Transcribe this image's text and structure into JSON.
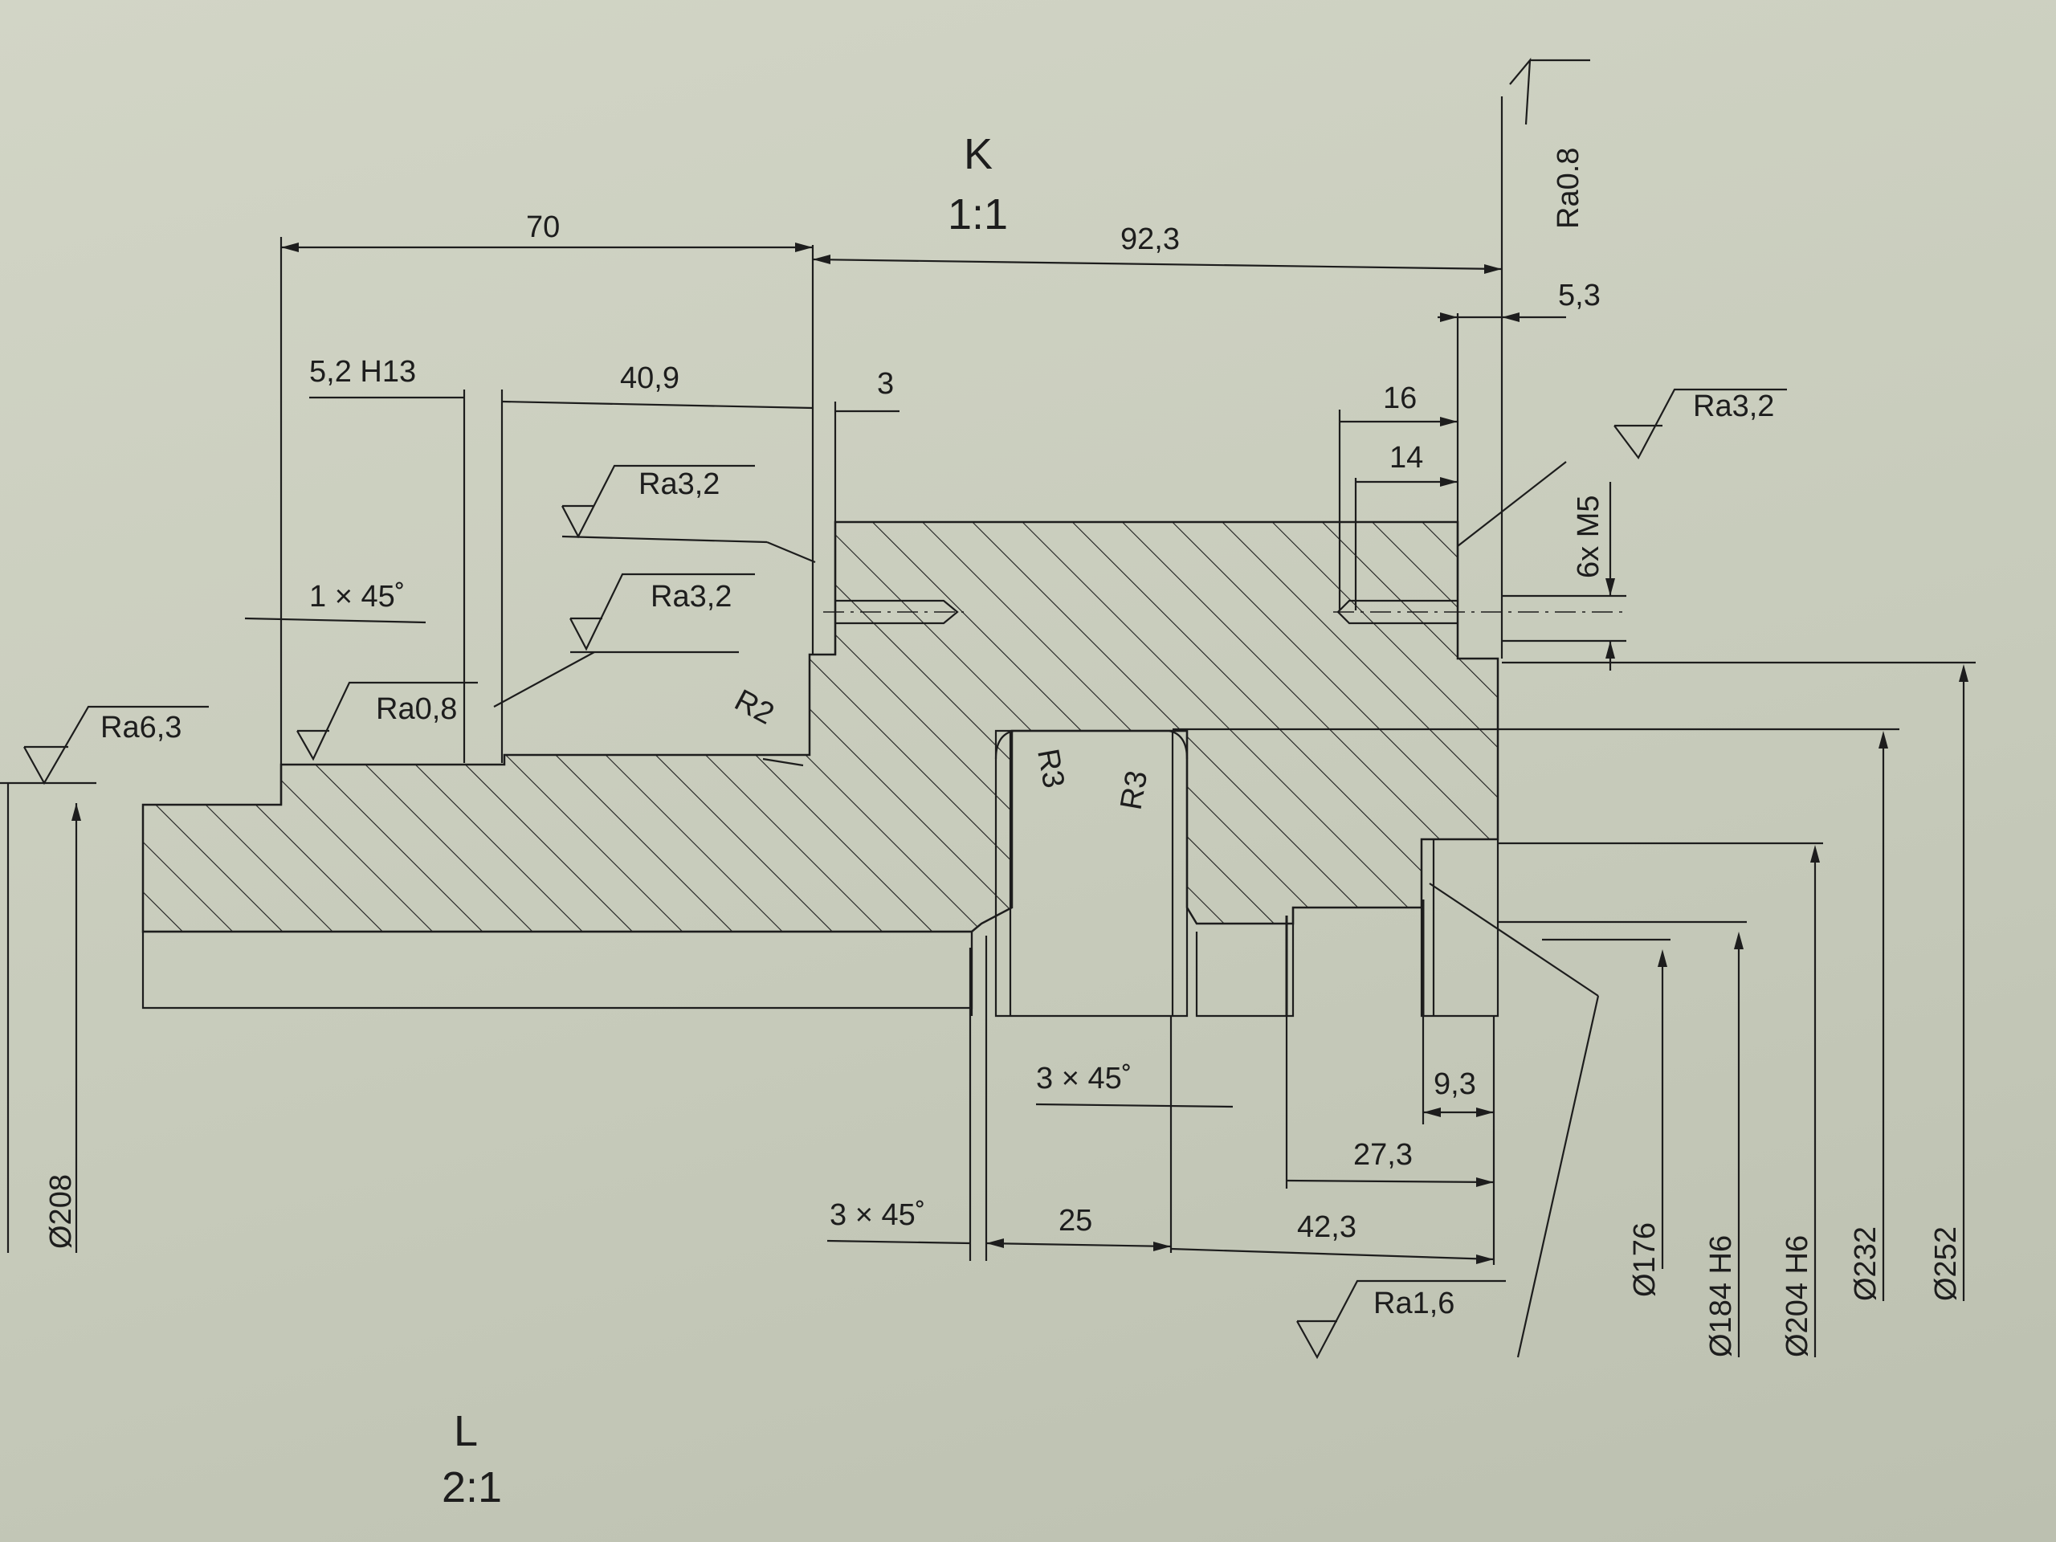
{
  "views": {
    "K": {
      "label": "K",
      "scale": "1:1"
    },
    "L": {
      "label": "L",
      "scale": "2:1"
    }
  },
  "dimensions": {
    "d70": "70",
    "d92_3": "92,3",
    "d5_3": "5,3",
    "d5_2": "5,2 H13",
    "d40_9": "40,9",
    "d3": "3",
    "d16": "16",
    "d14": "14",
    "d6xM5": "6x M5",
    "d1x45": "1 × 45˚",
    "dR2": "R2",
    "dR3a": "R3",
    "dR3b": "R3",
    "d3x45a": "3 × 45˚",
    "d3x45b": "3 × 45˚",
    "d25": "25",
    "d9_3": "9,3",
    "d27_3": "27,3",
    "d42_3": "42,3",
    "dia208": "Ø208",
    "dia176": "Ø176",
    "dia184": "Ø184 H6",
    "dia204": "Ø204 H6",
    "dia232": "Ø232",
    "dia252": "Ø252"
  },
  "roughness": {
    "top_right": "Ra0.8",
    "thread": "Ra3,2",
    "face_upper": "Ra3,2",
    "face_lower": "Ra3,2",
    "shaft": "Ra0,8",
    "left": "Ra6,3",
    "bottom": "Ra1,6"
  }
}
